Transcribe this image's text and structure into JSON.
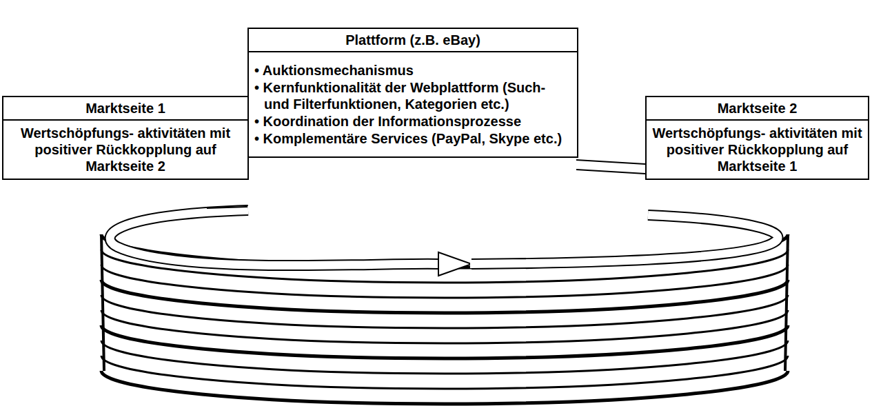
{
  "diagram": {
    "nodes": [
      {
        "text": [
          "Marktseite 1",
          "Wertschöpfungs- aktivitäten mit positiver Rückkopplung auf Marktseite 2"
        ]
      },
      {
        "text": [
          "Plattform (z.B. eBay)",
          "• Auktionsmechanismus",
          "• Kernfunktionalität der Webplattform (Such- und Filterfunktionen, Kategorien etc.)",
          "• Koordination der Informationsprozesse",
          "• Komplementäre Services (PayPal, Skype etc.)"
        ]
      },
      {
        "text": [
          "Marktseite 2",
          "Wertschöpfungs- aktivitäten mit positiver Rückkopplung auf Marktseite 1"
        ]
      }
    ]
  }
}
